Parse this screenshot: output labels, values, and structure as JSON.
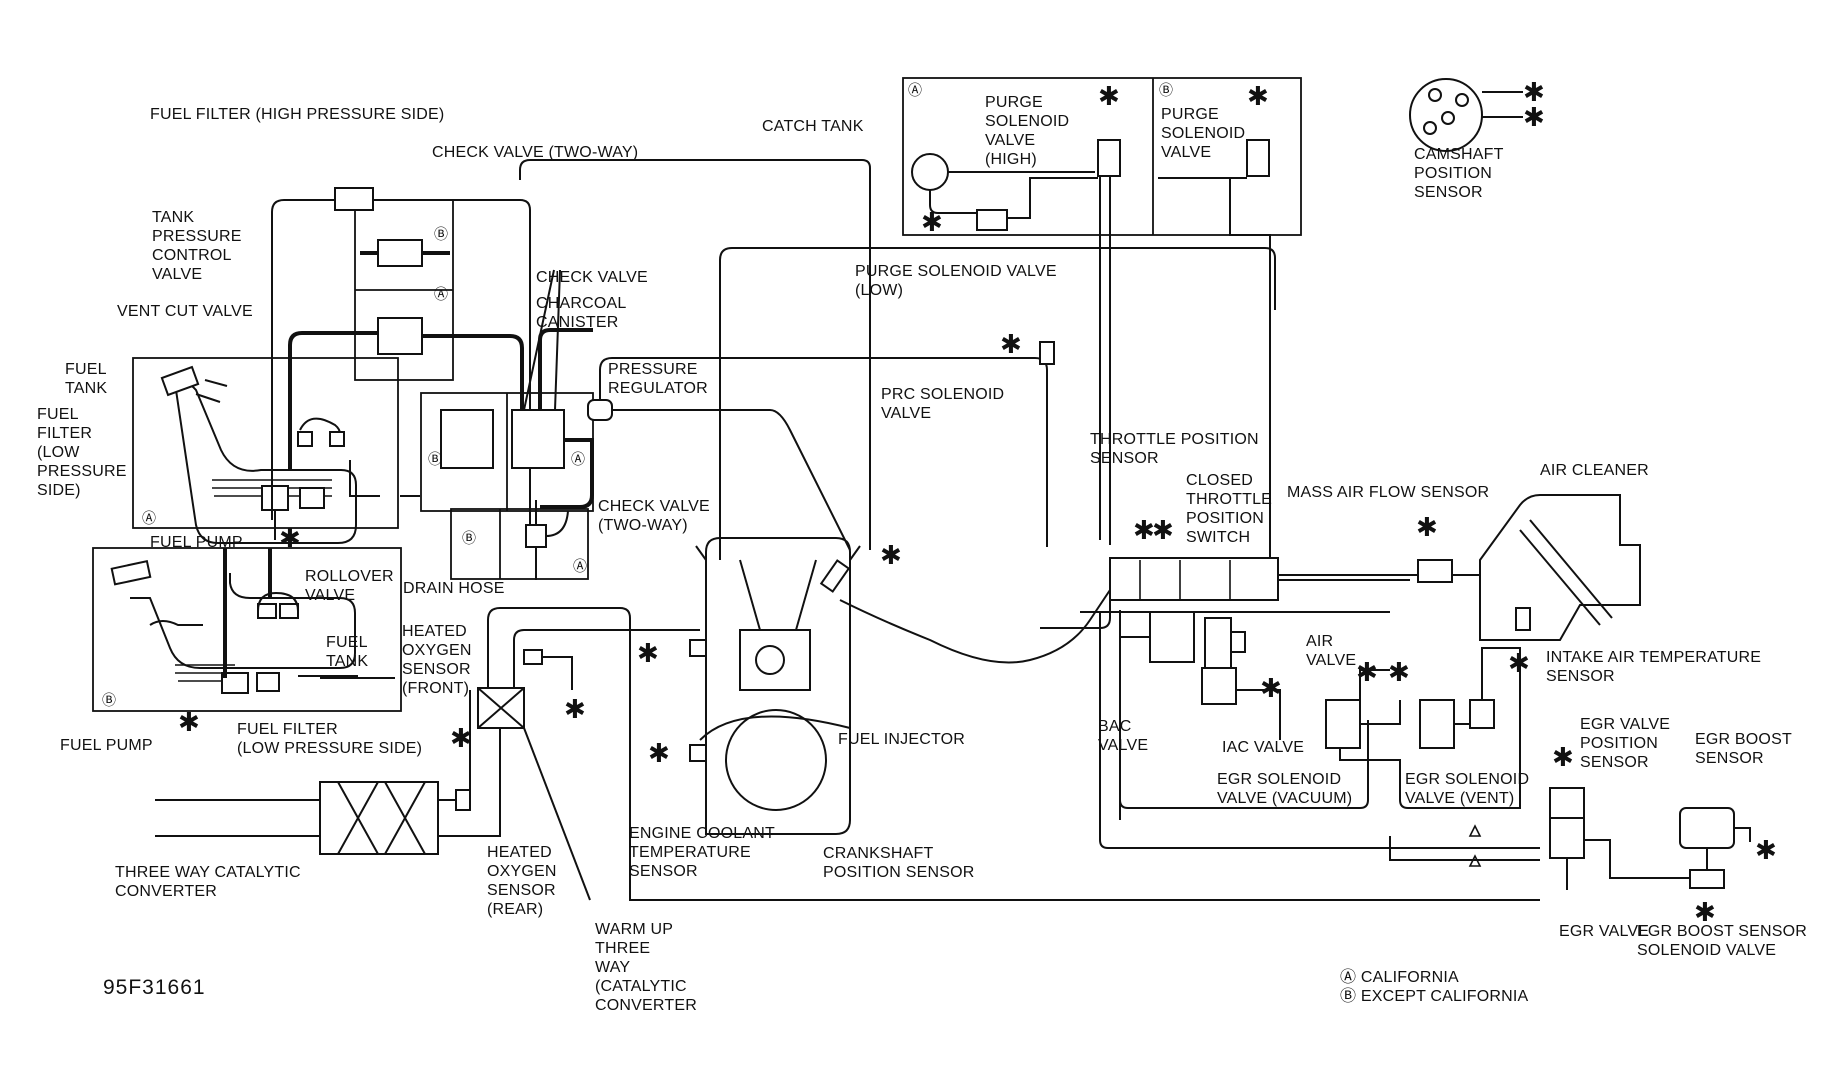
{
  "figure_code": "95F31661",
  "legend": {
    "california": "Ⓐ CALIFORNIA",
    "except_california": "Ⓑ EXCEPT CALIFORNIA"
  },
  "markers": {
    "a": "Ⓐ",
    "b": "Ⓑ",
    "star": "✱"
  },
  "labels": {
    "fuel_filter_high": "FUEL FILTER (HIGH PRESSURE SIDE)",
    "check_valve_two_way_top": "CHECK VALVE (TWO-WAY)",
    "tank_pressure_control_valve": "TANK\nPRESSURE\nCONTROL\nVALVE",
    "vent_cut_valve": "VENT CUT VALVE",
    "fuel_tank_a": "FUEL\nTANK",
    "fuel_filter_low_a": "FUEL\nFILTER\n(LOW\nPRESSURE\nSIDE)",
    "fuel_pump_a": "FUEL PUMP",
    "rollover_valve": "ROLLOVER\nVALVE",
    "fuel_tank_b": "FUEL\nTANK",
    "fuel_pump_b": "FUEL PUMP",
    "fuel_filter_low_b": "FUEL FILTER\n(LOW PRESSURE SIDE)",
    "check_valve": "CHECK VALVE",
    "charcoal_canister": "CHARCOAL\nCANISTER",
    "pressure_regulator": "PRESSURE\nREGULATOR",
    "check_valve_two_way_mid": "CHECK VALVE\n(TWO-WAY)",
    "drain_hose": "DRAIN HOSE",
    "catch_tank": "CATCH TANK",
    "purge_solenoid_valve_high": "PURGE\nSOLENOID\nVALVE\n(HIGH)",
    "purge_solenoid_valve_b": "PURGE\nSOLENOID\nVALVE",
    "purge_solenoid_valve_low": "PURGE SOLENOID VALVE\n(LOW)",
    "camshaft_position_sensor": "CAMSHAFT\nPOSITION\nSENSOR",
    "prc_solenoid_valve": "PRC SOLENOID\nVALVE",
    "throttle_position_sensor": "THROTTLE POSITION\nSENSOR",
    "closed_throttle_position_switch": "CLOSED\nTHROTTLE\nPOSITION\nSWITCH",
    "mass_air_flow_sensor": "MASS AIR FLOW SENSOR",
    "air_cleaner": "AIR CLEANER",
    "heated_oxygen_sensor_front": "HEATED\nOXYGEN\nSENSOR\n(FRONT)",
    "air_valve": "AIR\nVALVE",
    "intake_air_temperature_sensor": "INTAKE AIR TEMPERATURE\nSENSOR",
    "fuel_injector": "FUEL INJECTOR",
    "bac_valve": "BAC\nVALVE",
    "iac_valve": "IAC VALVE",
    "egr_valve_position_sensor": "EGR VALVE\nPOSITION\nSENSOR",
    "egr_boost_sensor": "EGR BOOST\nSENSOR",
    "egr_solenoid_valve_vacuum": "EGR SOLENOID\nVALVE (VACUUM)",
    "egr_solenoid_valve_vent": "EGR SOLENOID\nVALVE (VENT)",
    "engine_coolant_temperature_sensor": "ENGINE COOLANT\nTEMPERATURE\nSENSOR",
    "crankshaft_position_sensor": "CRANKSHAFT\nPOSITION SENSOR",
    "heated_oxygen_sensor_rear": "HEATED\nOXYGEN\nSENSOR\n(REAR)",
    "three_way_catalytic_converter": "THREE WAY CATALYTIC\nCONVERTER",
    "warm_up_three_way": "WARM UP\nTHREE\nWAY\n(CATALYTIC\nCONVERTER",
    "egr_valve": "EGR VALVE",
    "egr_boost_sensor_solenoid_valve": "EGR BOOST SENSOR\nSOLENOID VALVE"
  }
}
